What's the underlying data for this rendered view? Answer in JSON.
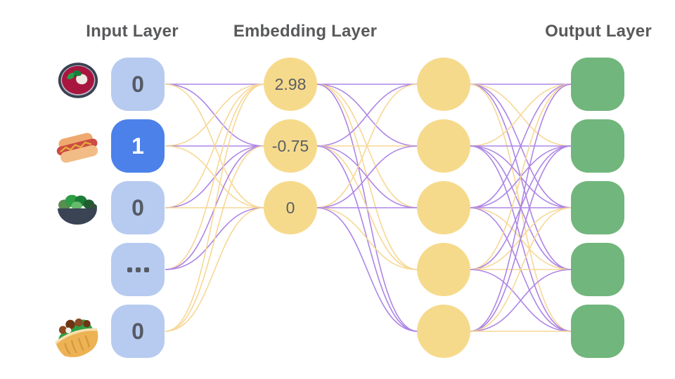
{
  "titles": {
    "input": "Input Layer",
    "embedding": "Embedding Layer",
    "output": "Output Layer"
  },
  "input_layer": {
    "nodes": [
      {
        "value": "0",
        "active": false,
        "icon": "soup-bowl-icon"
      },
      {
        "value": "1",
        "active": true,
        "icon": "hotdog-icon"
      },
      {
        "value": "0",
        "active": false,
        "icon": "salad-icon"
      },
      {
        "value": "…",
        "active": false,
        "icon": null
      },
      {
        "value": "0",
        "active": false,
        "icon": "pita-icon"
      }
    ]
  },
  "embedding_layer": {
    "nodes": [
      {
        "value": "2.98"
      },
      {
        "value": "-0.75"
      },
      {
        "value": "0"
      }
    ]
  },
  "hidden_layer": {
    "node_count": 5
  },
  "output_layer": {
    "node_count": 5
  },
  "colors": {
    "input_node": "#b7cbf0",
    "input_node_active": "#4c81e9",
    "node_value_text": "#555a64",
    "embedding_node": "#f6da8c",
    "embedding_value_text": "#5a5f64",
    "output_node": "#71b67c",
    "edge_purple": "#ad85e6",
    "edge_yellow": "#f7d795",
    "title_text": "#58595b"
  },
  "edges": {
    "input_to_embedding": [
      [
        "p",
        "p",
        "y"
      ],
      [
        "y",
        "p",
        "y"
      ],
      [
        "y",
        "p",
        "y"
      ],
      [
        "y",
        "p",
        "p"
      ],
      [
        "y",
        "y",
        "y"
      ]
    ],
    "embedding_to_hidden": [
      [
        "p",
        "p",
        "y",
        "y",
        "p"
      ],
      [
        "p",
        "y",
        "p",
        "y",
        "p"
      ],
      [
        "y",
        "p",
        "p",
        "y",
        "p"
      ]
    ],
    "hidden_to_output": [
      [
        "p",
        "y",
        "p",
        "p",
        "y"
      ],
      [
        "y",
        "p",
        "p",
        "p",
        "p"
      ],
      [
        "p",
        "p",
        "p",
        "y",
        "p"
      ],
      [
        "y",
        "p",
        "y",
        "y",
        "p"
      ],
      [
        "p",
        "p",
        "y",
        "p",
        "y"
      ]
    ]
  }
}
